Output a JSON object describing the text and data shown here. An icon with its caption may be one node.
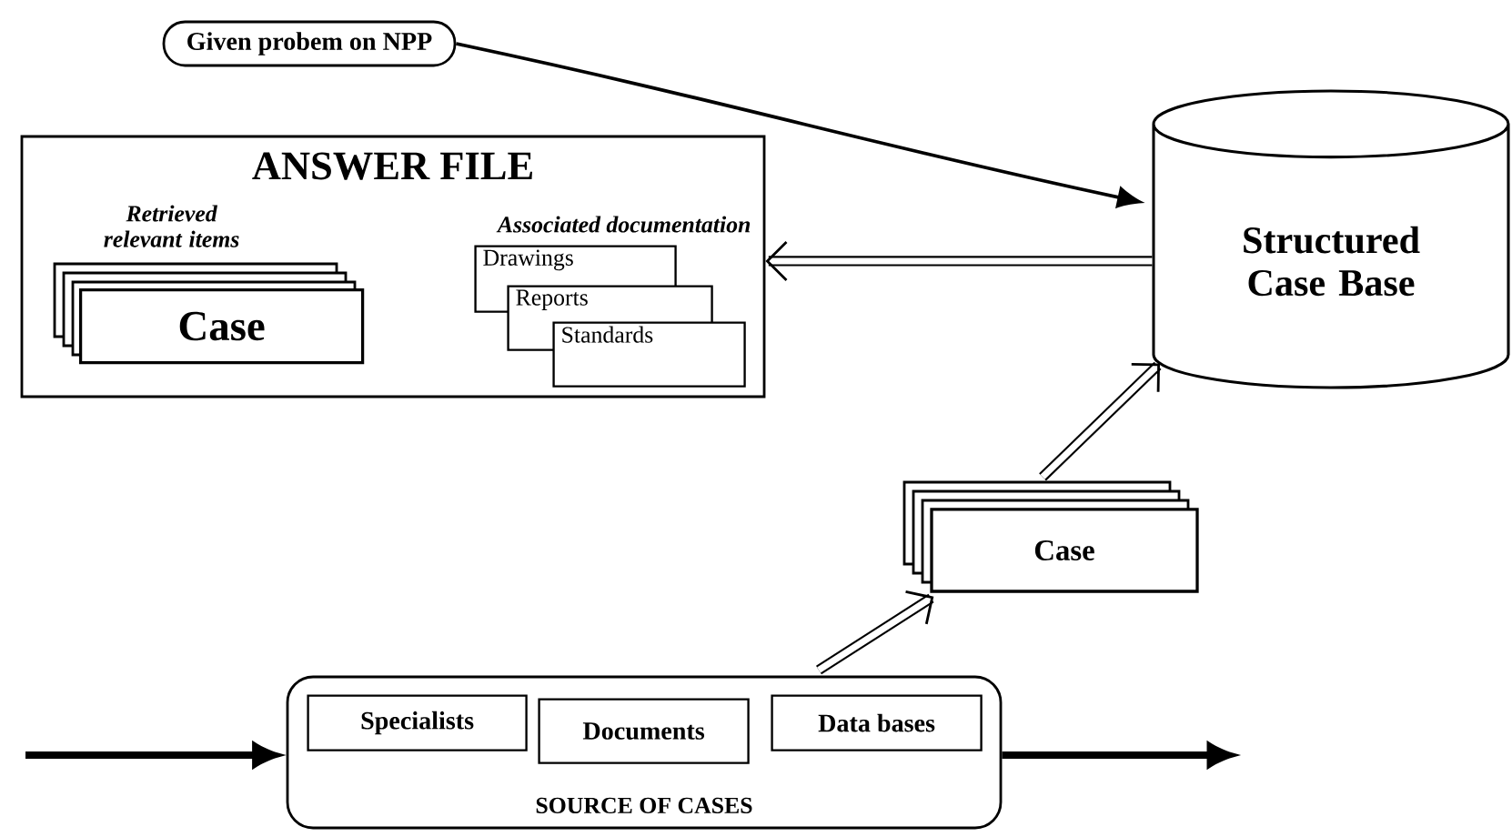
{
  "diagram": {
    "nodes": [
      {
        "text": [
          "Given probem on NPP"
        ]
      },
      {
        "text": [
          "ANSWER FILE",
          "Retrieved relevant items",
          "Associated documentation"
        ]
      },
      {
        "text": [
          "Case"
        ],
        "in": 1
      },
      {
        "text": [
          "Drawings"
        ],
        "in": 1
      },
      {
        "text": [
          "Reports"
        ],
        "in": 1
      },
      {
        "text": [
          "Standards"
        ],
        "in": 1
      },
      {
        "text": [
          "Structured Case Base"
        ]
      },
      {
        "text": [
          "Case"
        ]
      },
      {
        "text": [
          "SOURCE OF CASES"
        ]
      },
      {
        "text": [
          "Specialists"
        ],
        "in": 8
      },
      {
        "text": [
          "Documents"
        ],
        "in": 8
      },
      {
        "text": [
          "Data bases"
        ],
        "in": 8
      }
    ],
    "edges": [
      {
        "from": 0,
        "to": 6,
        "arrow": "to"
      },
      {
        "from": 6,
        "to": 1,
        "arrow": "to"
      },
      {
        "from": null,
        "to": 8,
        "arrow": "to"
      },
      {
        "from": 8,
        "to": null,
        "arrow": "to"
      },
      {
        "from": 8,
        "to": 7,
        "arrow": "to"
      },
      {
        "from": 7,
        "to": 6,
        "arrow": "to"
      }
    ]
  }
}
